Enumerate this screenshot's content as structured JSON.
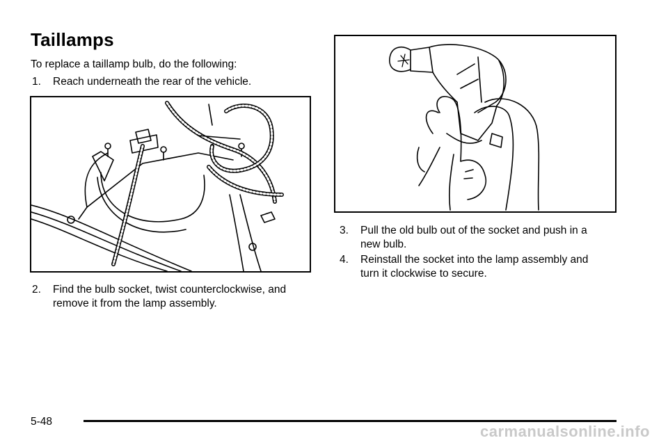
{
  "page": {
    "title": "Taillamps",
    "intro": "To replace a taillamp bulb, do the following:",
    "steps": [
      {
        "num": "1.",
        "lines": [
          "Reach underneath the rear of the vehicle."
        ]
      },
      {
        "num": "2.",
        "lines": [
          "Find the bulb socket, twist counterclockwise, and",
          "remove it from the lamp assembly."
        ]
      },
      {
        "num": "3.",
        "lines": [
          "Pull the old bulb out of the socket and push in a",
          "new bulb."
        ]
      },
      {
        "num": "4.",
        "lines": [
          "Reinstall the socket into the lamp assembly and",
          "turn it clockwise to secure."
        ]
      }
    ],
    "page_number": "5-48",
    "watermark": "carmanualsonline.info"
  },
  "figures": {
    "lamp_assembly": "line-art-lamp-assembly",
    "bulb_socket": "line-art-hand-holding-socket"
  }
}
